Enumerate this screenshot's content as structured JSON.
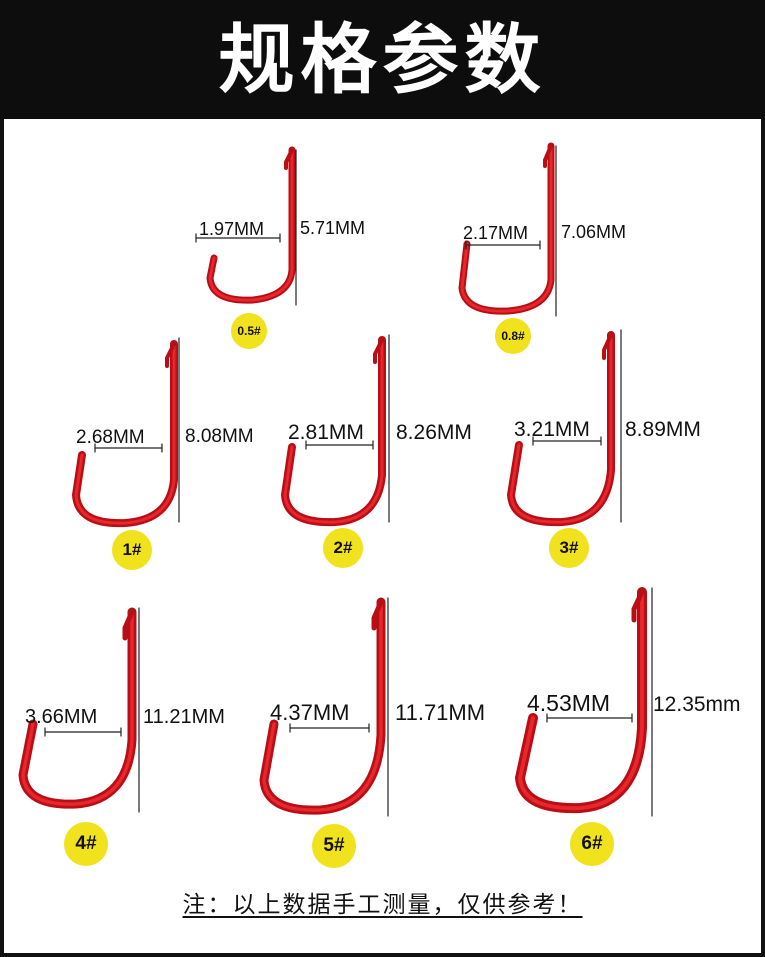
{
  "header": {
    "title": "规格参数"
  },
  "colors": {
    "hook": "#d9161d",
    "badge": "#f1e21e",
    "header_bg": "#0d0d0d"
  },
  "hooks": [
    {
      "size_label": "0.5#",
      "width_label": "1.97MM",
      "length_label": "5.71MM"
    },
    {
      "size_label": "0.8#",
      "width_label": "2.17MM",
      "length_label": "7.06MM"
    },
    {
      "size_label": "1#",
      "width_label": "2.68MM",
      "length_label": "8.08MM"
    },
    {
      "size_label": "2#",
      "width_label": "2.81MM",
      "length_label": "8.26MM"
    },
    {
      "size_label": "3#",
      "width_label": "3.21MM",
      "length_label": "8.89MM"
    },
    {
      "size_label": "4#",
      "width_label": "3.66MM",
      "length_label": "11.21MM"
    },
    {
      "size_label": "5#",
      "width_label": "4.37MM",
      "length_label": "11.71MM"
    },
    {
      "size_label": "6#",
      "width_label": "4.53MM",
      "length_label": "12.35mm"
    }
  ],
  "footer": {
    "note": "注：以上数据手工测量，仅供参考！"
  }
}
